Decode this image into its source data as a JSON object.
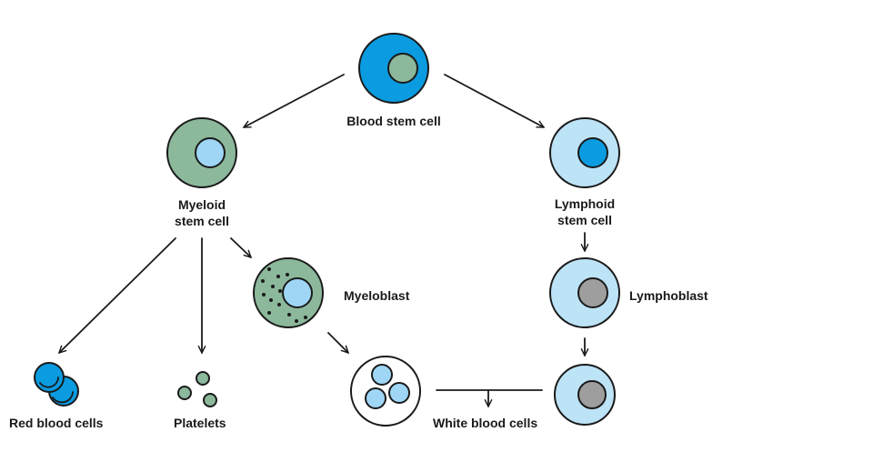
{
  "labels": {
    "blood_stem_cell": "Blood stem cell",
    "myeloid_line1": "Myeloid",
    "myeloid_line2": "stem cell",
    "lymphoid_line1": "Lymphoid",
    "lymphoid_line2": "stem cell",
    "myeloblast": "Myeloblast",
    "lymphoblast": "Lymphoblast",
    "red_blood_cells": "Red blood cells",
    "platelets": "Platelets",
    "white_blood_cells": "White blood cells"
  },
  "colors": {
    "dark_blue": "#0a9be0",
    "light_blue": "#bde3f7",
    "nucleus_light_blue": "#9fd6f5",
    "green": "#8cb89c",
    "grey": "#9e9e9e",
    "outline": "#1a1a1a",
    "white": "#ffffff"
  }
}
